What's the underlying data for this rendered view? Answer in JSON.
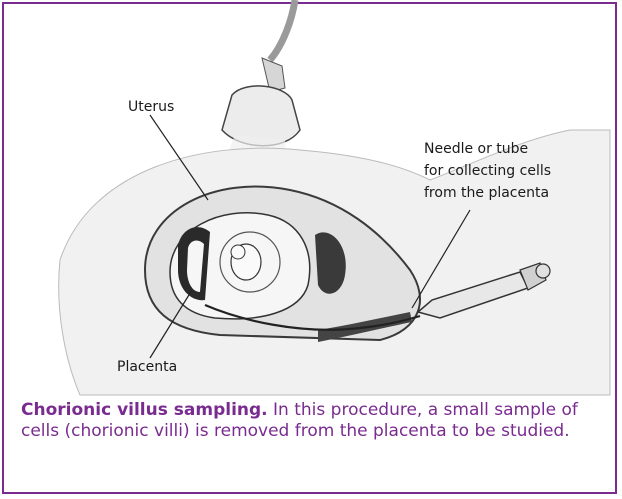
{
  "labels": {
    "uterus": "Uterus",
    "needle_line1": "Needle or tube",
    "needle_line2": "for collecting cells",
    "needle_line3": "from the placenta",
    "placenta": "Placenta"
  },
  "caption": {
    "title": "Chorionic villus sampling.",
    "text": "In this procedure, a small sample of cells (chorionic villi) is removed from the placenta to be studied."
  },
  "colors": {
    "frame": "#7a2b8f",
    "caption": "#7a2b8f"
  }
}
